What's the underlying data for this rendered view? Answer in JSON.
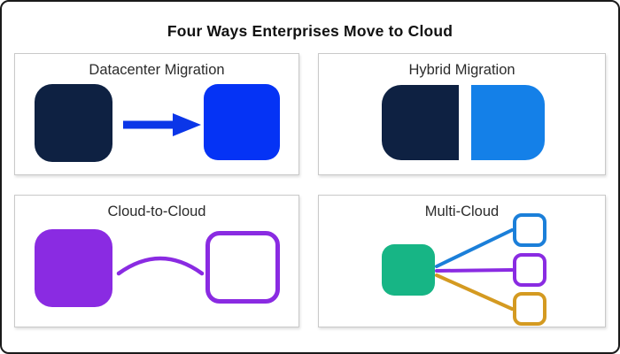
{
  "title": "Four Ways Enterprises Move to Cloud",
  "colors": {
    "frame_border": "#1a1a1a",
    "panel_border": "#c9c9c9",
    "dark_navy": "#0e2142",
    "bright_blue": "#0533f5",
    "arrow_blue": "#0b36e8",
    "light_blue": "#1480e8",
    "purple": "#8a2be2",
    "teal": "#17b585",
    "line_blue": "#1b7fd9",
    "line_purple": "#8a2be2",
    "line_gold": "#d49a21"
  },
  "panels": {
    "datacenter": {
      "title": "Datacenter Migration"
    },
    "hybrid": {
      "title": "Hybrid Migration"
    },
    "cloud_to_cloud": {
      "title": "Cloud-to-Cloud"
    },
    "multi_cloud": {
      "title": "Multi-Cloud"
    }
  }
}
